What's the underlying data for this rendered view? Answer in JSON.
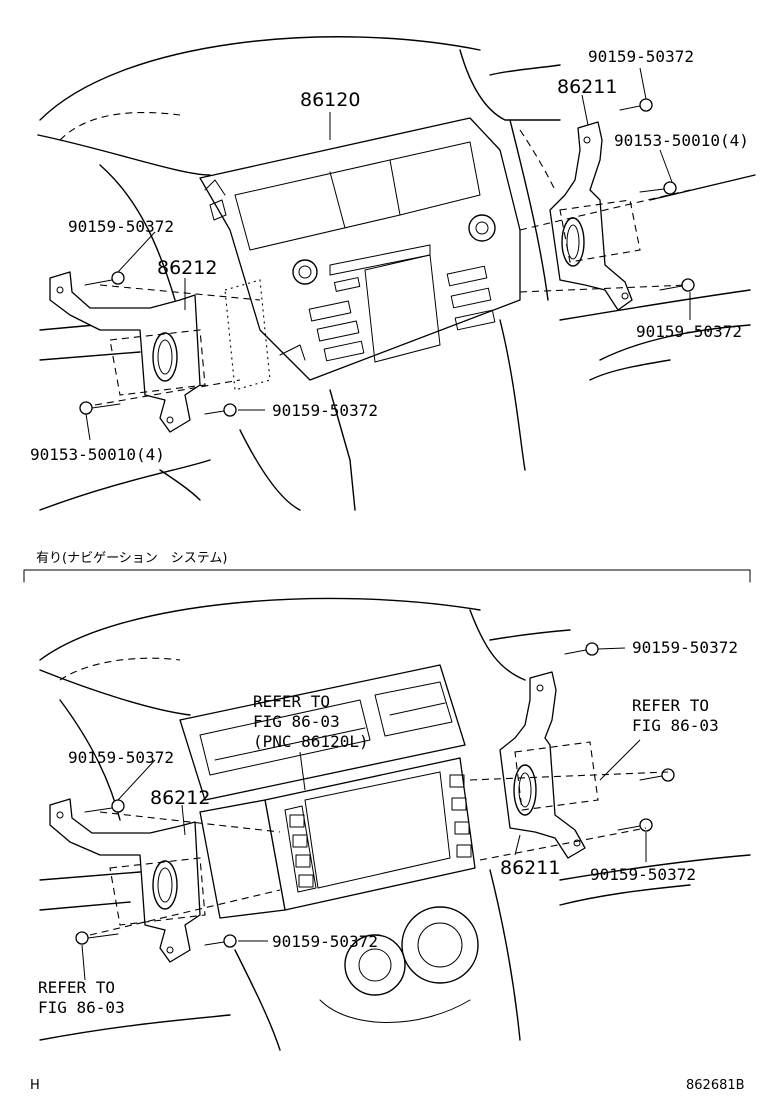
{
  "top": {
    "label_86120": "86120",
    "label_86211": "86211",
    "label_86212": "86212",
    "bolt_upper_right": "90159-50372",
    "screw_upper_right": "90153-50010(4)",
    "bolt_left": "90159-50372",
    "bolt_right_lower": "90159-50372",
    "bolt_center_lower": "90159-50372",
    "screw_lower_left": "90153-50010(4)"
  },
  "section_caption": "有り(ナビゲーション　システム)",
  "bottom": {
    "bolt_upper_right": "90159-50372",
    "refer_right_1": "REFER TO",
    "refer_right_2": "FIG 86-03",
    "refer_center_1": "REFER TO",
    "refer_center_2": "FIG 86-03",
    "refer_center_3": "(PNC 86120L)",
    "bolt_left": "90159-50372",
    "label_86212": "86212",
    "label_86211": "86211",
    "bolt_right_lower": "90159-50372",
    "bolt_center_lower": "90159-50372",
    "refer_left_1": "REFER TO",
    "refer_left_2": "FIG 86-03"
  },
  "footer": {
    "left_mark": "H",
    "figure_code": "862681B"
  }
}
